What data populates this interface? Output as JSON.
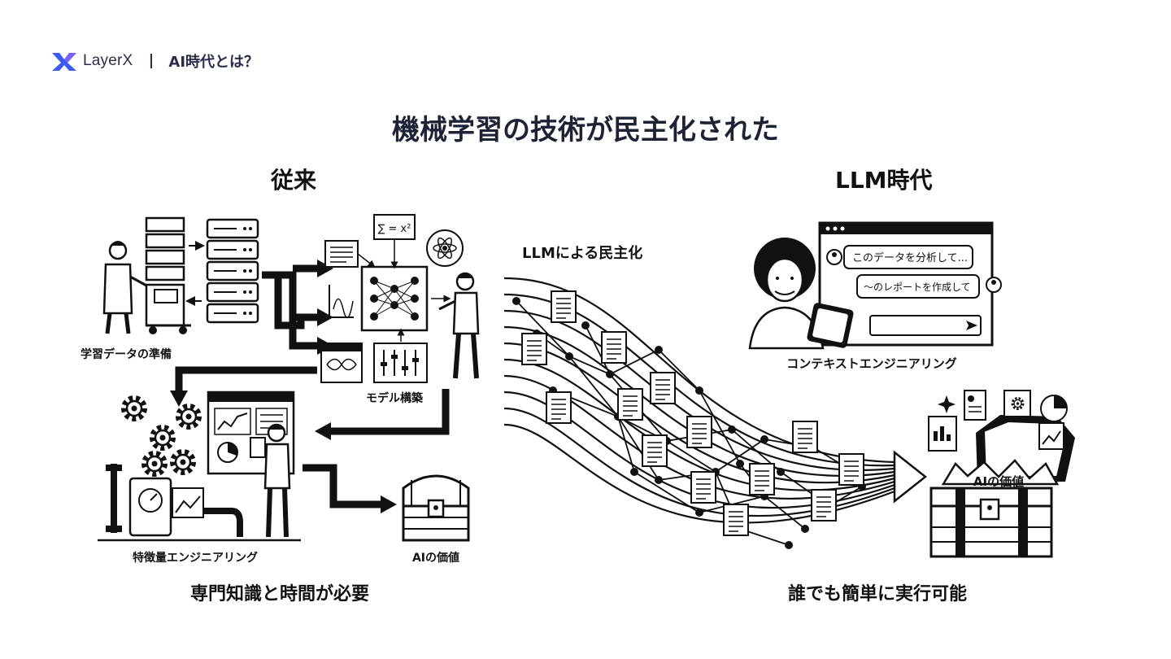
{
  "header": {
    "brand": "LayerX",
    "section": "AI時代とは？",
    "logo_icon": "layerx-logo-icon"
  },
  "title": "機械学習の技術が民主化された",
  "left": {
    "heading": "従来",
    "caption": "専門知識と時間が必要",
    "labels": {
      "data_prep": "学習データの準備",
      "model_build": "モデル構築",
      "feature_eng": "特徴量エンジニアリング",
      "ai_value": "AIの価値"
    },
    "formula": "∑ = x²"
  },
  "right": {
    "heading": "LLM時代",
    "caption": "誰でも簡単に実行可能",
    "flow_label": "LLMによる民主化",
    "chat": {
      "message_1": "このデータを分析して...",
      "message_2": "〜のレポートを作成して"
    },
    "context_label": "コンテキストエンジニアリング",
    "ai_value": "AIの価値"
  },
  "colors": {
    "brand_blue": "#3d5af1",
    "brand_purple": "#7b61ff",
    "ink": "#111111",
    "title": "#1e2235"
  }
}
